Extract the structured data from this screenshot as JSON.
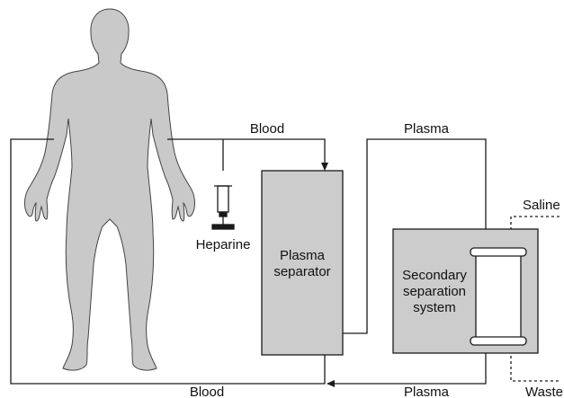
{
  "labels": {
    "blood_top": "Blood",
    "plasma_top": "Plasma",
    "saline": "Saline",
    "heparine": "Heparine",
    "blood_bottom": "Blood",
    "plasma_bottom": "Plasma",
    "waste": "Waste"
  },
  "boxes": {
    "plasma_separator": [
      "Plasma",
      "separator"
    ],
    "secondary_system": [
      "Secondary",
      "separation",
      "system"
    ]
  },
  "colors": {
    "box_fill": "#cccccc",
    "body_fill": "#c9c9c9",
    "stroke": "#1a1a1a"
  }
}
